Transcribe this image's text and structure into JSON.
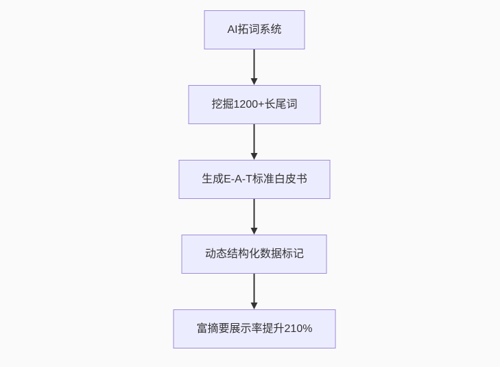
{
  "page": {
    "background": "#fafafa"
  },
  "diagram": {
    "type": "flowchart",
    "direction": "top-down",
    "node_fill": "#ececff",
    "node_border": "#9e8bd8",
    "arrow_color": "#333333",
    "text_color": "#333333",
    "nodes": [
      {
        "id": "ai-keyword-system",
        "label": "AI拓词系统"
      },
      {
        "id": "mine-longtail-keywords",
        "label": "挖掘1200+长尾词"
      },
      {
        "id": "generate-eat-whitepaper",
        "label": "生成E-A-T标准白皮书"
      },
      {
        "id": "dynamic-structured-data",
        "label": "动态结构化数据标记"
      },
      {
        "id": "rich-snippet-rate",
        "label": "富摘要展示率提升210%"
      }
    ],
    "edges": [
      {
        "from": "ai-keyword-system",
        "to": "mine-longtail-keywords"
      },
      {
        "from": "mine-longtail-keywords",
        "to": "generate-eat-whitepaper"
      },
      {
        "from": "generate-eat-whitepaper",
        "to": "dynamic-structured-data"
      },
      {
        "from": "dynamic-structured-data",
        "to": "rich-snippet-rate"
      }
    ]
  }
}
